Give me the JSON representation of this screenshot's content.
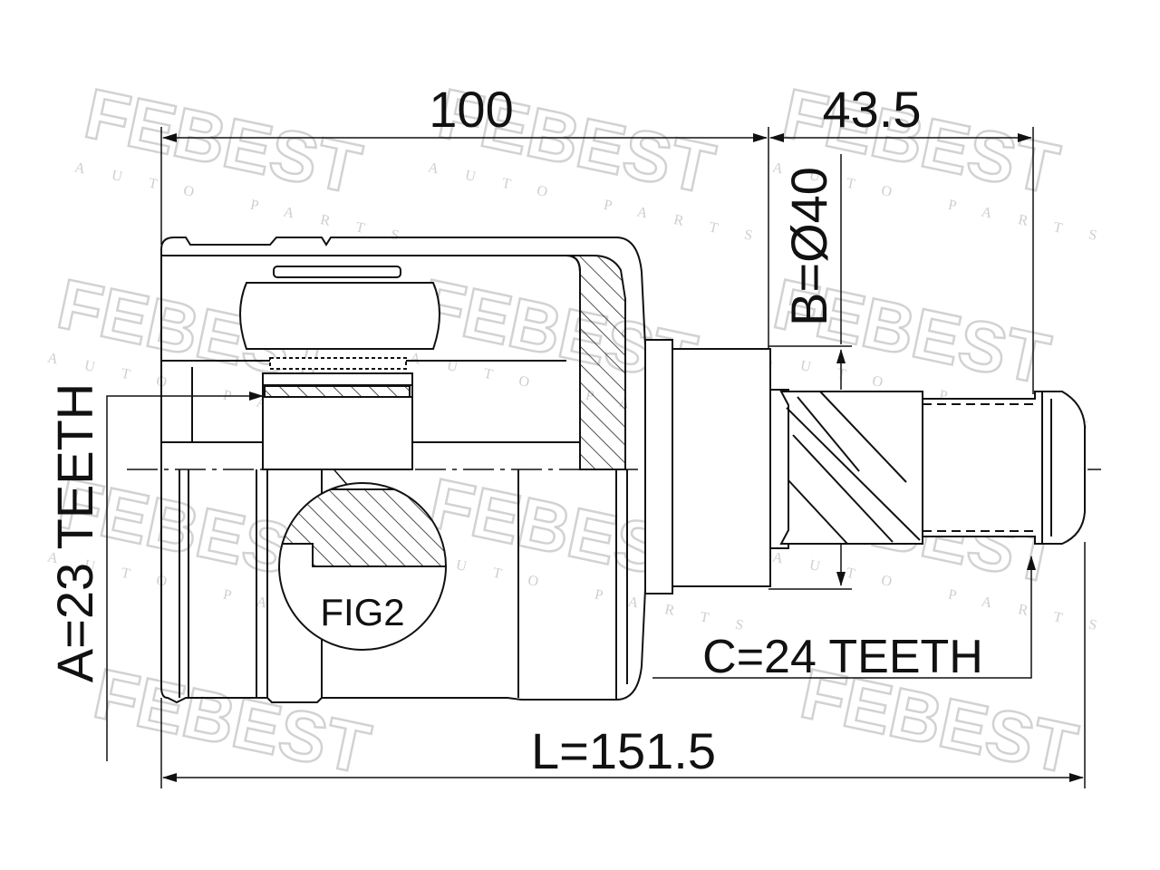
{
  "dimensions": {
    "housing_length": "100",
    "shaft_length": "43.5",
    "overall_length": "L=151.5",
    "seal_diameter": "B=Ø40",
    "inner_spline": "A=23 TEETH",
    "outer_spline": "C=24 TEETH"
  },
  "detail_label": "FIG2",
  "watermark": {
    "brand": "FEBEST",
    "tagline": "AUTO PARTS"
  },
  "colors": {
    "line": "#1a1a1a",
    "watermark": "#d2d2d2"
  }
}
